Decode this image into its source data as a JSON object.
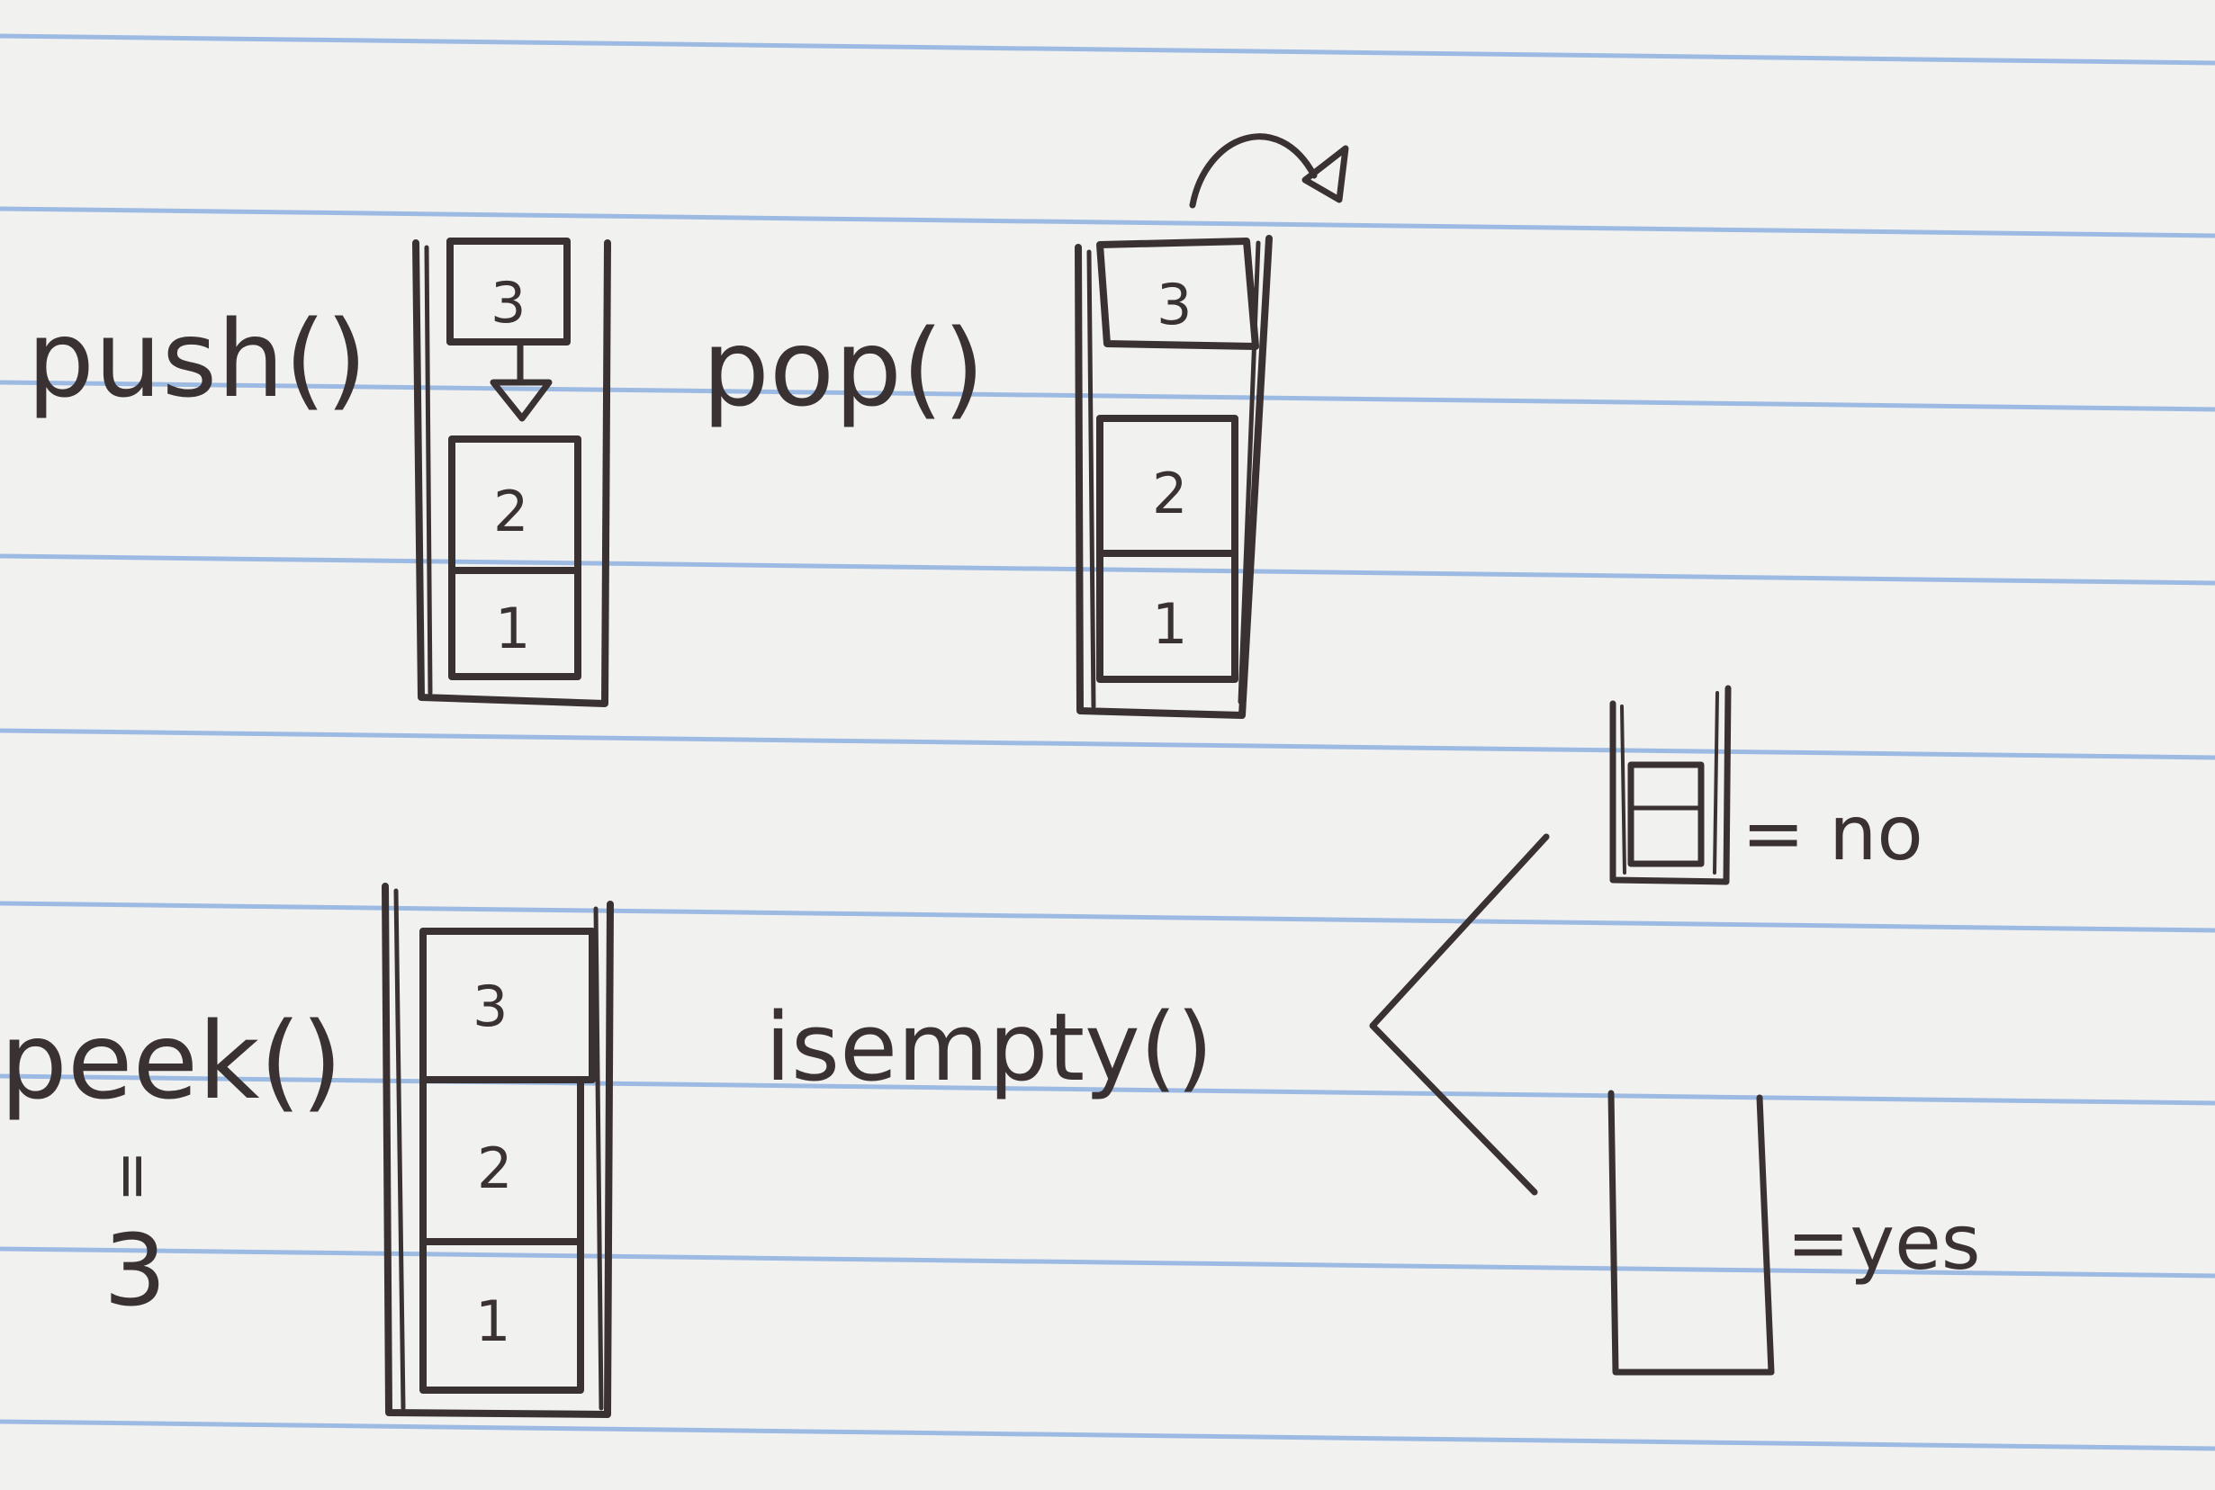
{
  "diagram": {
    "topic": "stack operations",
    "colors": {
      "paper": "#f1f1f0",
      "rule_line": "#8fb2e0",
      "ink": "#3a3232"
    },
    "operations": [
      {
        "id": "push",
        "label": "push()",
        "stack": [
          "3",
          "2",
          "1"
        ],
        "incoming": "3",
        "arrow": "down-into-stack"
      },
      {
        "id": "pop",
        "label": "pop()",
        "stack": [
          "3",
          "2",
          "1"
        ],
        "arrow": "curved-out-of-stack"
      },
      {
        "id": "peek",
        "label": "peek()",
        "equals_mark": "=",
        "result": "3",
        "stack": [
          "3",
          "2",
          "1"
        ]
      },
      {
        "id": "isempty",
        "label": "isempty()",
        "outcomes": [
          {
            "state": "stack-with-item",
            "label": "= no"
          },
          {
            "state": "empty-stack",
            "label": "=yes"
          }
        ]
      }
    ]
  }
}
